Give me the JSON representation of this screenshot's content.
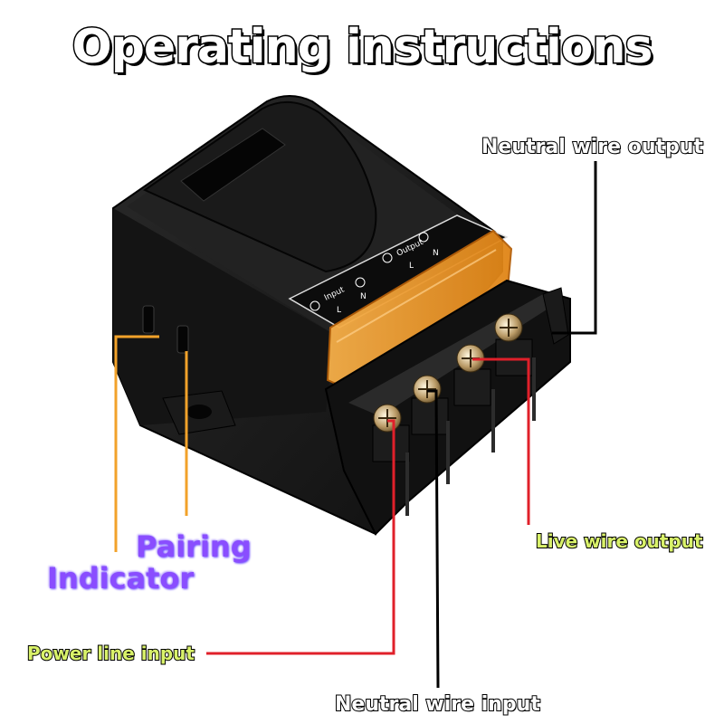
{
  "title": "Operating instructions",
  "device": {
    "terminal_labels": {
      "input": "Input",
      "output": "Output",
      "L": "L",
      "N": "N"
    }
  },
  "labels": {
    "neutral_output": "Neutral wire output",
    "live_output": "Live wire output",
    "pairing": "Pairing",
    "indicator": "Indicator",
    "power_input": "Power line input",
    "neutral_input": "Neutral wire input"
  },
  "colors": {
    "neutral_line": "#000000",
    "live_line": "#e0202a",
    "pairing_line": "#f2a22a",
    "cover": "#f39a2a",
    "body": "#1b1b1b",
    "label_green": "#d9f26a",
    "label_purple": "#8a4dff"
  }
}
